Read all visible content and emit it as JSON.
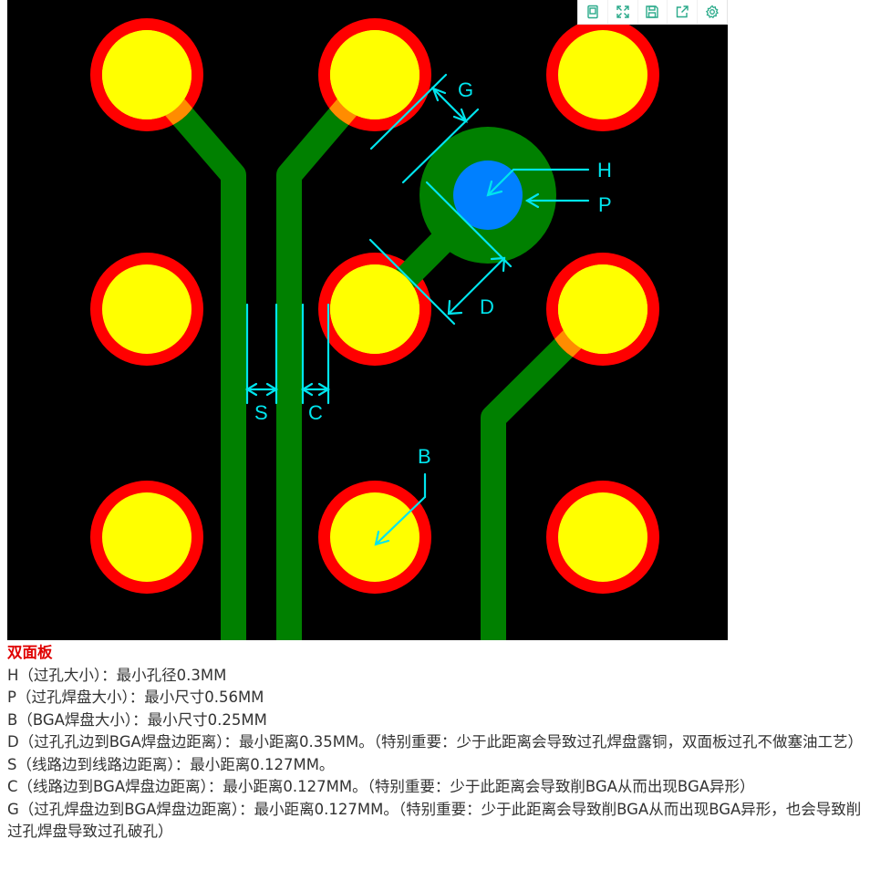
{
  "toolbar": {
    "icons": [
      "page-icon",
      "fullscreen-icon",
      "save-icon",
      "share-icon",
      "settings-icon"
    ],
    "color": "#2aaa8a"
  },
  "diagram": {
    "colors": {
      "background": "#000000",
      "pad_ring": "#ff0000",
      "pad_fill": "#ffff00",
      "trace": "#008000",
      "via_pad": "#008000",
      "via_hole": "#0080ff",
      "dimension": "#00e5ee",
      "overlap": "#ff8c00"
    },
    "labels": {
      "G": "G",
      "H": "H",
      "P": "P",
      "D": "D",
      "S": "S",
      "C": "C",
      "B": "B"
    }
  },
  "notes": {
    "title": "双面板",
    "lines": [
      "H（过孔大小）：最小孔径0.3MM",
      "P（过孔焊盘大小）：最小尺寸0.56MM",
      "B（BGA焊盘大小）：最小尺寸0.25MM",
      "D（过孔孔边到BGA焊盘边距离）：最小距离0.35MM。（特别重要：少于此距离会导致过孔焊盘露铜，双面板过孔不做塞油工艺）",
      "S（线路边到线路边距离）：最小距离0.127MM。",
      "C（线路边到BGA焊盘边距离）：最小距离0.127MM。（特别重要：少于此距离会导致削BGA从而出现BGA异形）",
      "G（过孔焊盘边到BGA焊盘边距离）：最小距离0.127MM。（特别重要：少于此距离会导致削BGA从而出现BGA异形，也会导致削过孔焊盘导致过孔破孔）"
    ]
  }
}
